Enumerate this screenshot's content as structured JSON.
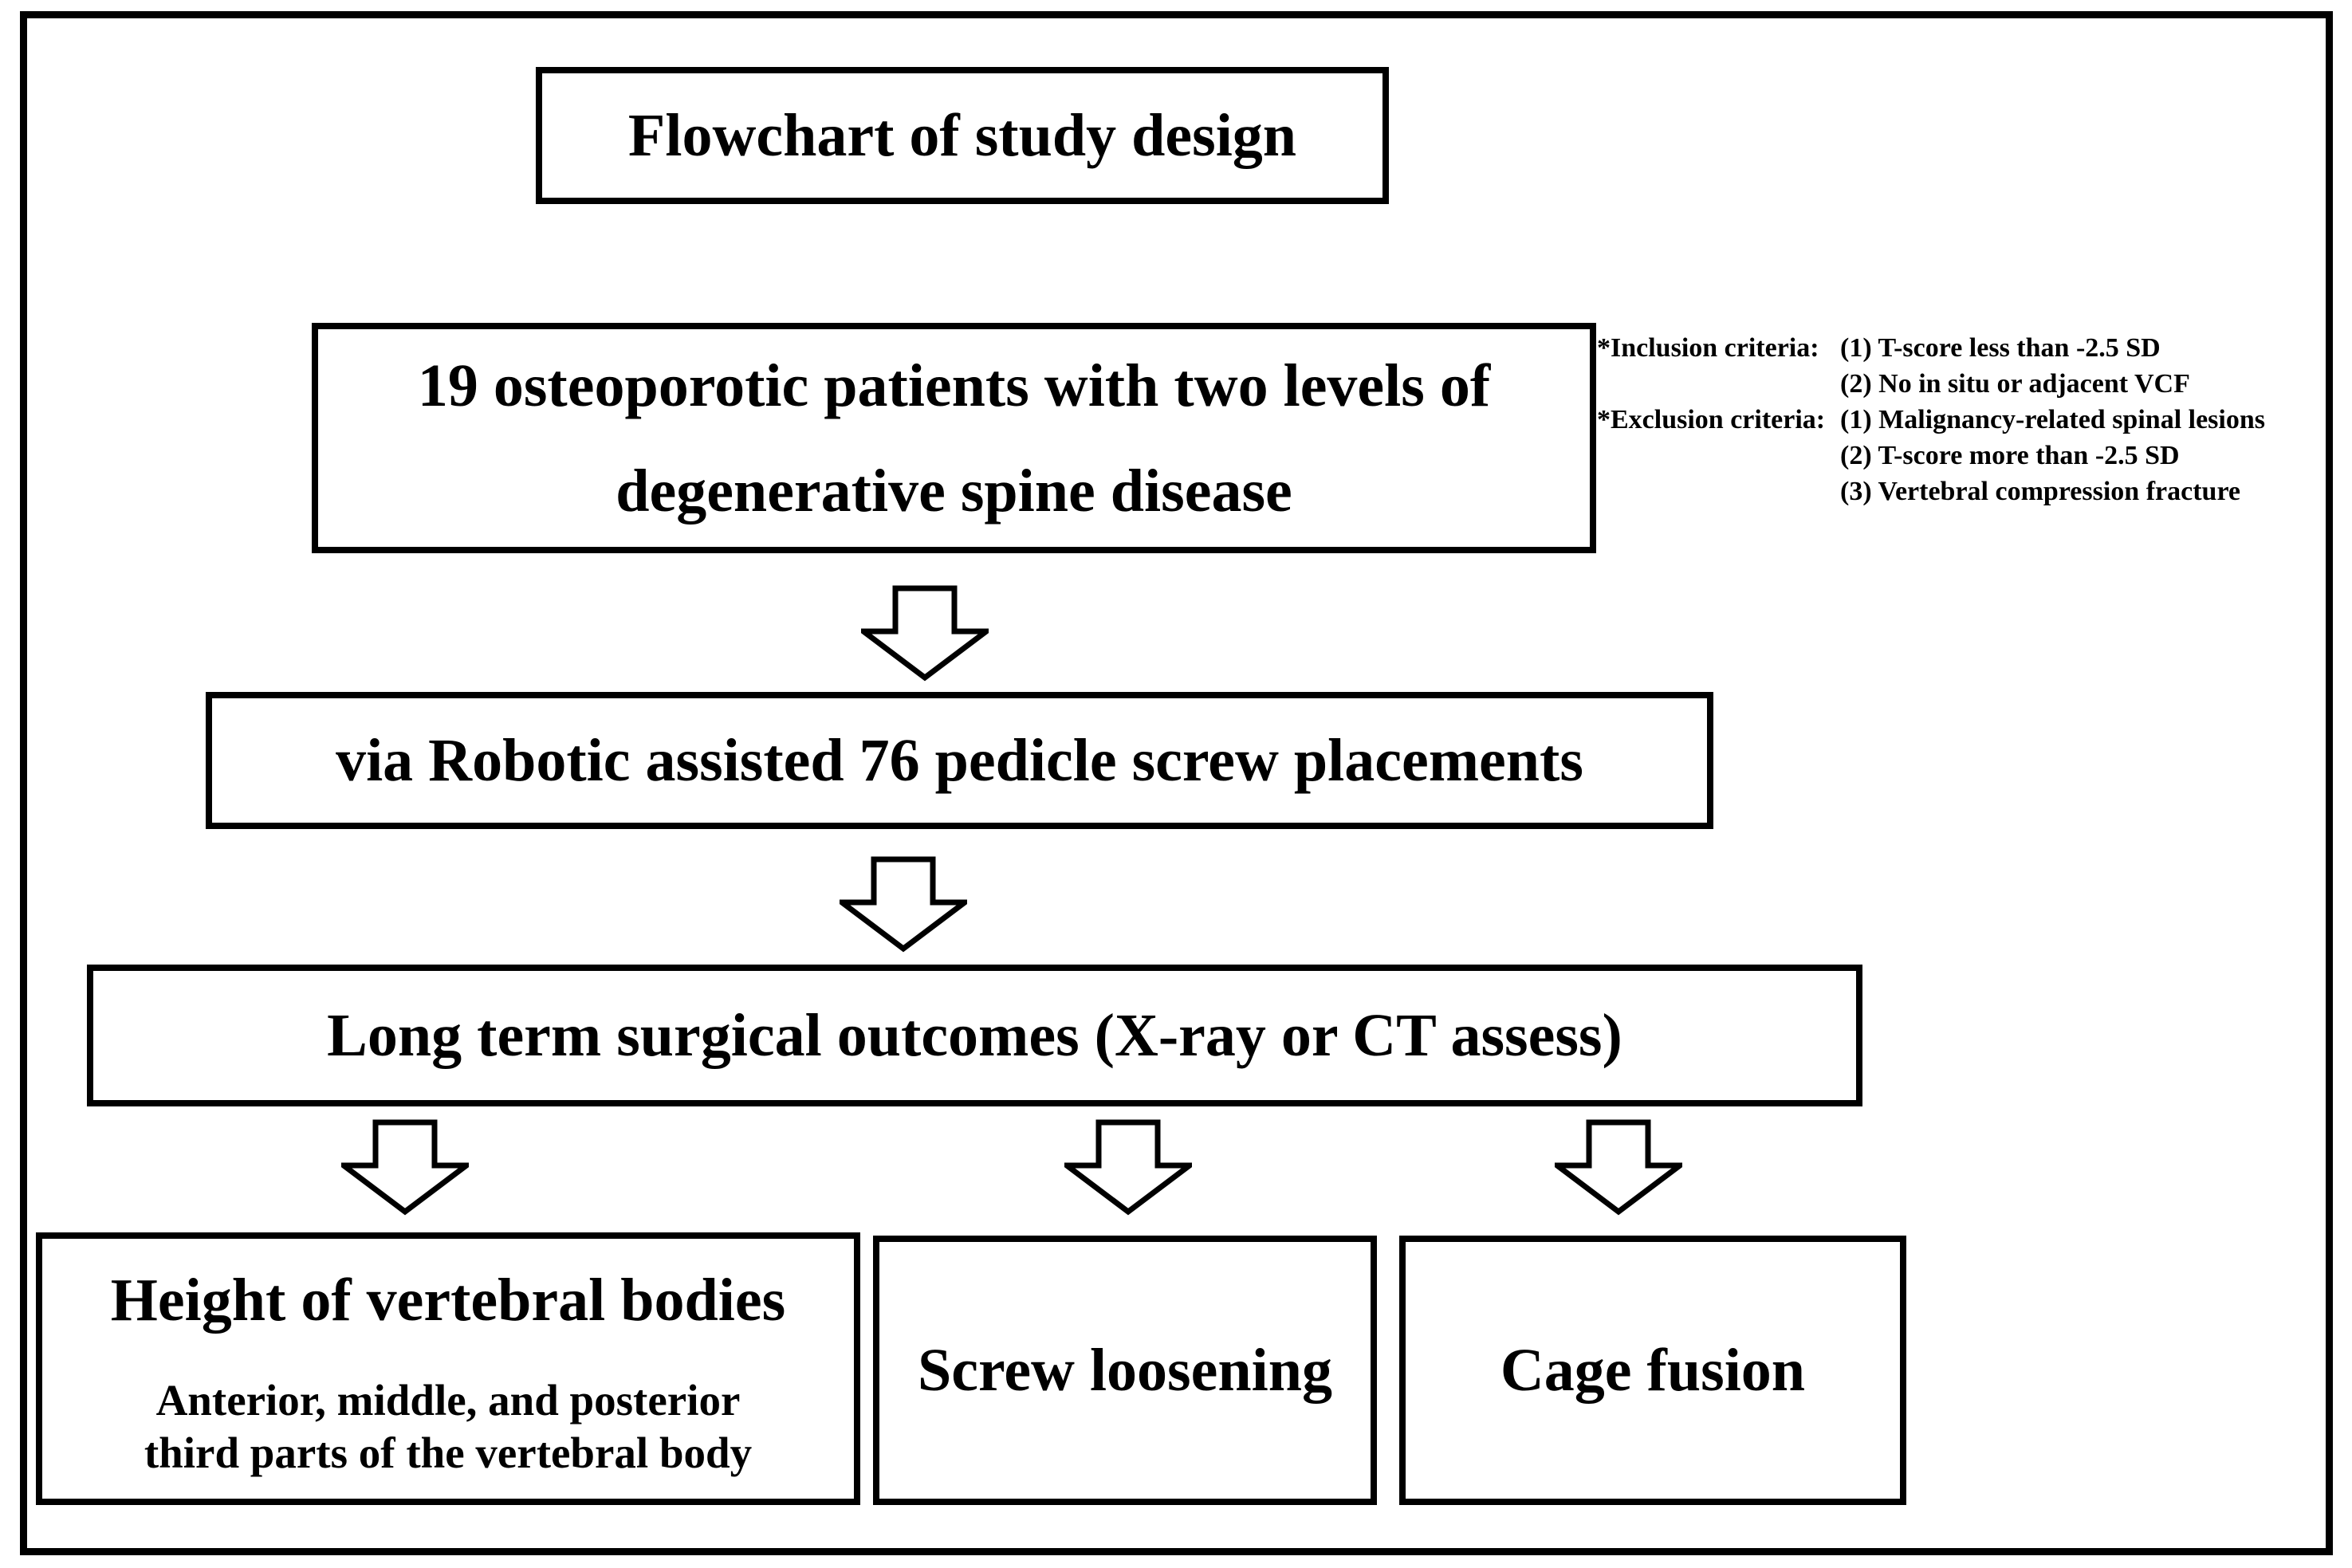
{
  "figure": {
    "title": "Flowchart of study design",
    "nodes": {
      "patients": {
        "lines": [
          "19 osteoporotic patients with two levels of",
          "degenerative spine disease"
        ]
      },
      "procedure": "via Robotic assisted 76 pedicle screw placements",
      "outcomes": "Long term surgical outcomes (X-ray or CT assess)",
      "height_of_vertebral_bodies": {
        "heading": "Height of vertebral bodies",
        "sub_lines": [
          "Anterior, middle, and posterior",
          "third parts of the vertebral body"
        ]
      },
      "screw_loosening": "Screw loosening",
      "cage_fusion": "Cage fusion"
    },
    "criteria": {
      "inclusion": {
        "label": "*Inclusion criteria:",
        "items": [
          "(1) T-score less than -2.5 SD",
          "(2) No in situ or adjacent VCF"
        ]
      },
      "exclusion": {
        "label": "*Exclusion criteria:",
        "items": [
          "(1) Malignancy-related spinal lesions",
          "(2) T-score more than -2.5 SD",
          "(3) Vertebral compression fracture"
        ]
      }
    },
    "icons": {
      "flow_arrow": "down-block-arrow"
    },
    "colors": {
      "line": "#000000",
      "background": "#ffffff"
    }
  }
}
